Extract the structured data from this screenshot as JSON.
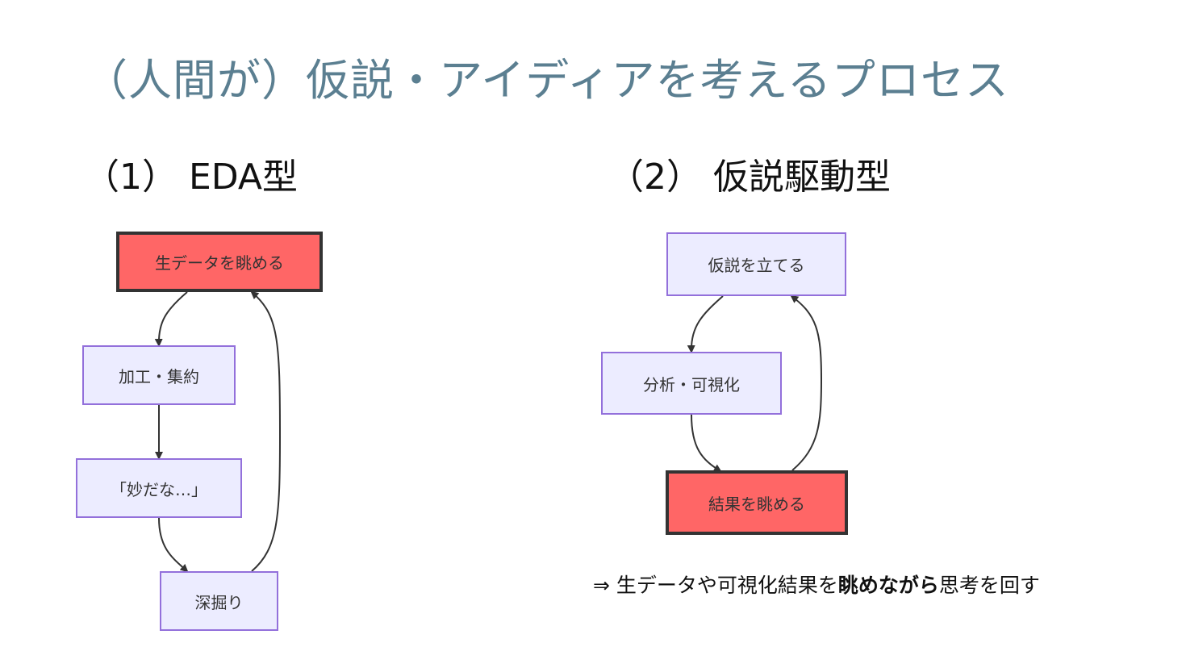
{
  "slide": {
    "title": "（人間が）仮説・アイディアを考えるプロセス"
  },
  "sections": {
    "eda": {
      "title": "（1） EDA型",
      "nodes": {
        "raw": "生データを眺める",
        "process": "加工・集約",
        "strange": "「妙だな…」",
        "dig": "深掘り"
      }
    },
    "hypothesis": {
      "title": "（2） 仮説駆動型",
      "nodes": {
        "hypothesize": "仮説を立てる",
        "analyze": "分析・可視化",
        "results": "結果を眺める"
      }
    }
  },
  "summary": {
    "prefix": "⇒ 生データや可視化結果を",
    "emphasis": "眺めながら",
    "suffix": "思考を回す"
  },
  "colors": {
    "title": "#5b7f91",
    "node_fill": "#ececff",
    "node_border": "#9370db",
    "highlight_fill": "#ff6666",
    "highlight_border": "#333333",
    "edge": "#333333"
  }
}
